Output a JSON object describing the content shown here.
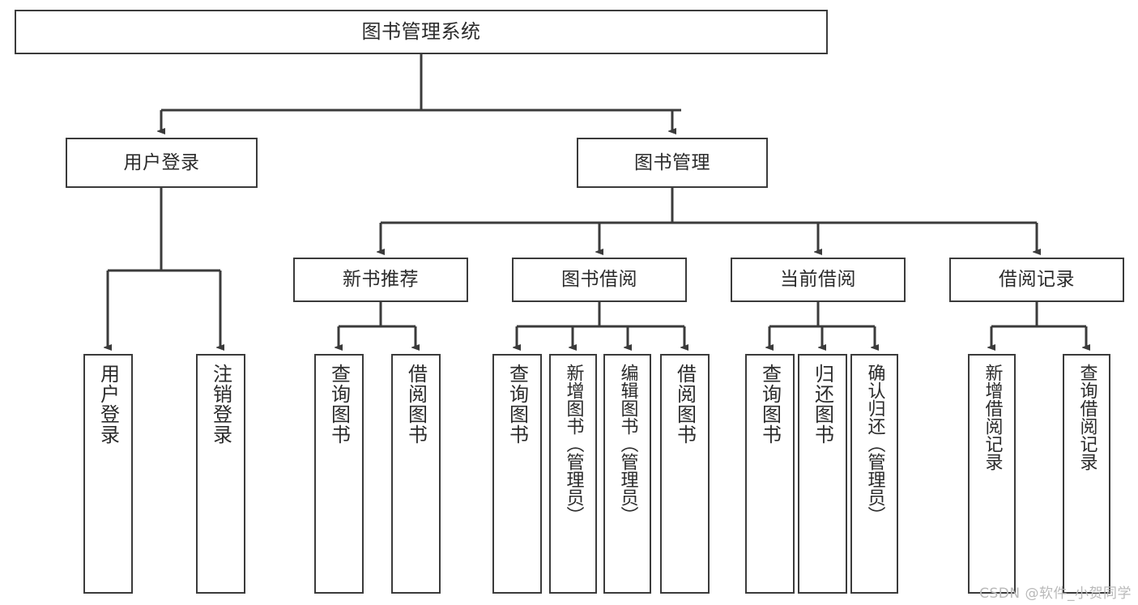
{
  "diagram": {
    "title": "图书管理系统",
    "type": "hierarchy-tree",
    "stroke_color": "#3b3b3b",
    "text_color": "#2b2b2b",
    "background_color": "#ffffff",
    "levels": {
      "root": {
        "label": "图书管理系统"
      },
      "level2": [
        {
          "id": "user-login",
          "label": "用户登录"
        },
        {
          "id": "book-manage",
          "label": "图书管理"
        }
      ],
      "level3": [
        {
          "id": "new-book-recommend",
          "label": "新书推荐"
        },
        {
          "id": "book-borrow",
          "label": "图书借阅"
        },
        {
          "id": "current-borrow",
          "label": "当前借阅"
        },
        {
          "id": "borrow-record",
          "label": "借阅记录"
        }
      ],
      "leaves": {
        "user_login": [
          {
            "id": "leaf-user-login",
            "label": "用户登录"
          },
          {
            "id": "leaf-logout-login",
            "label": "注销登录"
          }
        ],
        "new_book_recommend": [
          {
            "id": "leaf-query-book-1",
            "label": "查询图书"
          },
          {
            "id": "leaf-borrow-book-1",
            "label": "借阅图书"
          }
        ],
        "book_borrow": [
          {
            "id": "leaf-query-book-2",
            "label": "查询图书"
          },
          {
            "id": "leaf-add-book",
            "label": "新增图书（管理员）"
          },
          {
            "id": "leaf-edit-book",
            "label": "编辑图书（管理员）"
          },
          {
            "id": "leaf-borrow-book-2",
            "label": "借阅图书"
          }
        ],
        "current_borrow": [
          {
            "id": "leaf-query-book-3",
            "label": "查询图书"
          },
          {
            "id": "leaf-return-book",
            "label": "归还图书"
          },
          {
            "id": "leaf-confirm-return",
            "label": "确认归还（管理员）"
          }
        ],
        "borrow_record": [
          {
            "id": "leaf-add-record",
            "label": "新增借阅记录"
          },
          {
            "id": "leaf-query-record",
            "label": "查询借阅记录"
          }
        ]
      }
    }
  },
  "watermark": {
    "text": "CSDN @软件_小贺同学"
  }
}
